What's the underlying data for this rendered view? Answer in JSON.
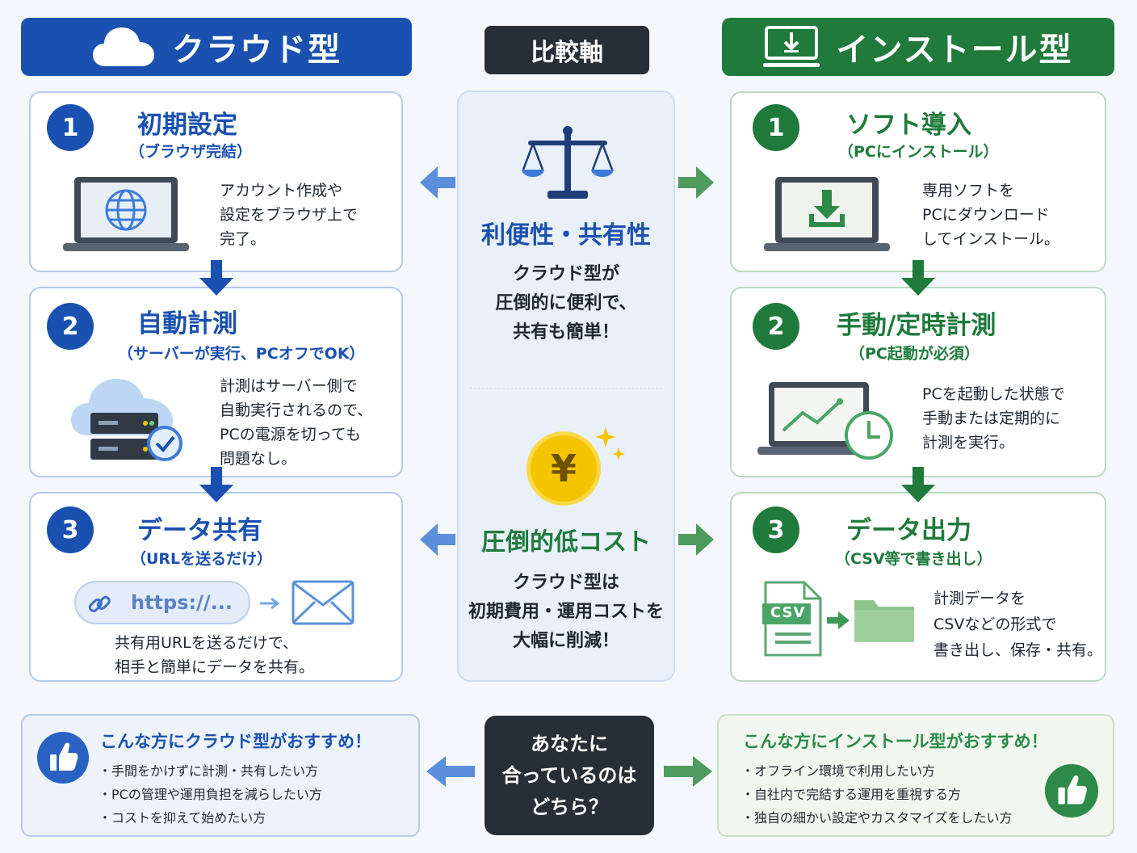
{
  "headers": {
    "cloud": "クラウド型",
    "axis": "比較軸",
    "install": "インストール型"
  },
  "cloud_steps": [
    {
      "num": "1",
      "title": "初期設定",
      "subtitle": "（ブラウザ完結）",
      "desc": "アカウント作成や\n設定をブラウザ上で\n完了。"
    },
    {
      "num": "2",
      "title": "自動計測",
      "subtitle": "（サーバーが実行、PCオフでOK）",
      "desc": "計測はサーバー側で\n自動実行されるので、\nPCの電源を切っても\n問題なし。"
    },
    {
      "num": "3",
      "title": "データ共有",
      "subtitle": "（URLを送るだけ）",
      "desc": "共有用URLを送るだけで、\n相手と簡単にデータを共有。",
      "url_text": "https://..."
    }
  ],
  "install_steps": [
    {
      "num": "1",
      "title": "ソフト導入",
      "subtitle": "（PCにインストール）",
      "desc": "専用ソフトを\nPCにダウンロード\nしてインストール。"
    },
    {
      "num": "2",
      "title": "手動/定時計測",
      "subtitle": "（PC起動が必須）",
      "desc": "PCを起動した状態で\n手動または定期的に\n計測を実行。"
    },
    {
      "num": "3",
      "title": "データ出力",
      "subtitle": "（CSV等で書き出し）",
      "desc": "計測データを\nCSVなどの形式で\n書き出し、保存・共有。",
      "file_label": "CSV"
    }
  ],
  "axis_items": [
    {
      "title": "利便性・共有性",
      "desc": "クラウド型が\n圧倒的に便利で、\n共有も簡単！"
    },
    {
      "title": "圧倒的低コスト",
      "desc": "クラウド型は\n初期費用・運用コストを\n大幅に削減！",
      "coin": "¥"
    }
  ],
  "bottom": {
    "cloud_title": "こんな方にクラウド型がおすすめ！",
    "cloud_items": [
      "・手間をかけずに計測・共有したい方",
      "・PCの管理や運用負担を減らしたい方",
      "・コストを抑えて始めたい方"
    ],
    "question": "あなたに\n合っているのは\nどちら？",
    "install_title": "こんな方にインストール型がおすすめ！",
    "install_items": [
      "・オフライン環境で利用したい方",
      "・自社内で完結する運用を重視する方",
      "・独自の細かい設定やカスタマイズをしたい方"
    ]
  },
  "colors": {
    "cloud_blue": "#1a51b0",
    "install_green": "#1f7a3c",
    "dark": "#262e37",
    "coin_yellow": "#f5c400"
  },
  "icons": [
    "cloud-icon",
    "monitor-download-icon",
    "balance-scale-icon",
    "globe-icon",
    "server-cloud-icon",
    "link-icon",
    "envelope-icon",
    "download-icon",
    "chart-clock-icon",
    "csv-file-icon",
    "folder-icon",
    "yen-coin-icon",
    "thumbs-up-icon",
    "arrow-down-icon",
    "arrow-left-icon",
    "arrow-right-icon"
  ]
}
